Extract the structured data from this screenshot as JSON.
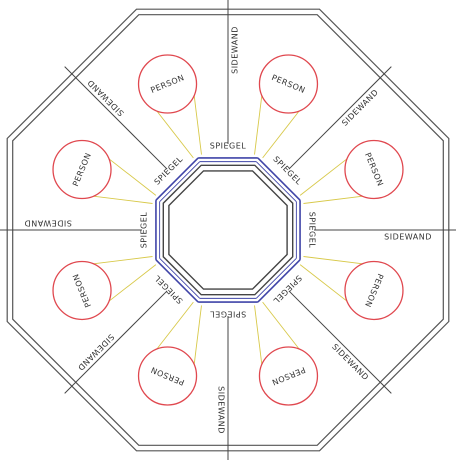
{
  "labels": {
    "person": "PERSON",
    "wall": "SIDEWAND",
    "mirror": "SPIEGEL"
  },
  "colors": {
    "background": "#ffffff",
    "outline": "#555555",
    "wall_line": "#444444",
    "person_circle": "#e0484f",
    "link_line": "#d8c94a",
    "mirror": "#3f44a8",
    "center_outline": "#444444",
    "text": "#333333"
  }
}
